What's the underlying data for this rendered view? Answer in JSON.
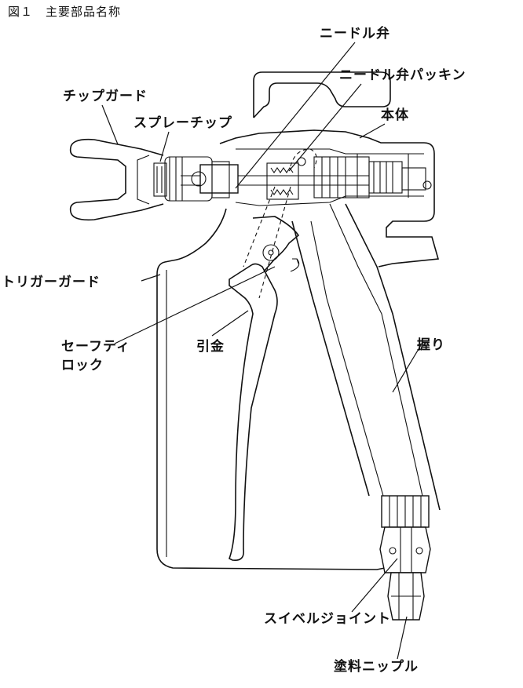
{
  "title": "図１　主要部品名称",
  "labels": {
    "needle_valve": "ニードル弁",
    "needle_valve_packing": "ニードル弁パッキン",
    "tip_guard": "チップガード",
    "body": "本体",
    "spray_tip": "スプレーチップ",
    "trigger_guard": "トリガーガード",
    "safety_lock_line1": "セーフティ",
    "safety_lock_line2": "ロック",
    "trigger": "引金",
    "grip": "握り",
    "swivel_joint": "スイベルジョイント",
    "paint_nipple": "塗料ニップル"
  },
  "colors": {
    "line": "#111111",
    "background": "#ffffff"
  }
}
